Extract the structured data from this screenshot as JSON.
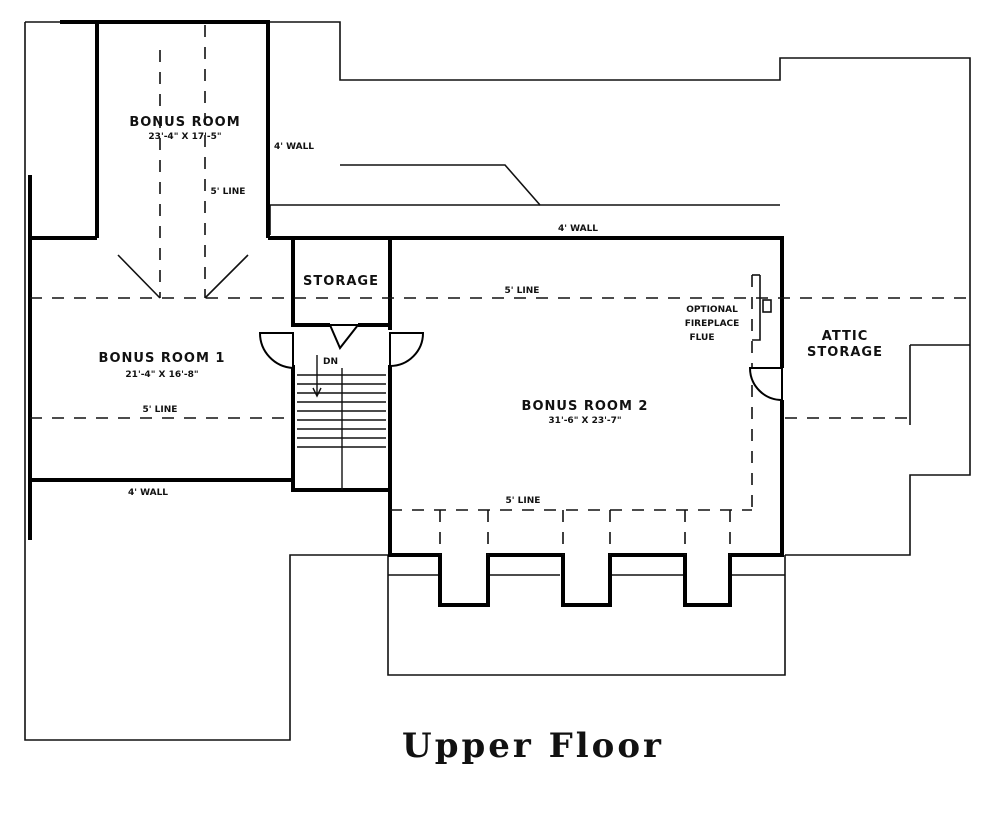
{
  "title": "Upper Floor",
  "rooms": {
    "bonus_room_top": {
      "name": "BONUS ROOM",
      "size": "23'-4\" X 17'-5\""
    },
    "bonus_room_1": {
      "name": "BONUS ROOM 1",
      "size": "21'-4\" X 16'-8\""
    },
    "bonus_room_2": {
      "name": "BONUS ROOM 2",
      "size": "31'-6\" X 23'-7\""
    },
    "storage": {
      "name": "STORAGE"
    },
    "attic_storage": {
      "name_line1": "ATTIC",
      "name_line2": "STORAGE"
    }
  },
  "notes": {
    "wall_top": "4' WALL",
    "wall_mid": "4' WALL",
    "wall_left": "4' WALL",
    "line_top_room": "5' LINE",
    "line_room1": "5' LINE",
    "line_mid": "5' LINE",
    "line_room2": "5' LINE",
    "stair_dn": "DN",
    "fireplace_line1": "OPTIONAL",
    "fireplace_line2": "FIREPLACE",
    "fireplace_line3": "FLUE"
  }
}
